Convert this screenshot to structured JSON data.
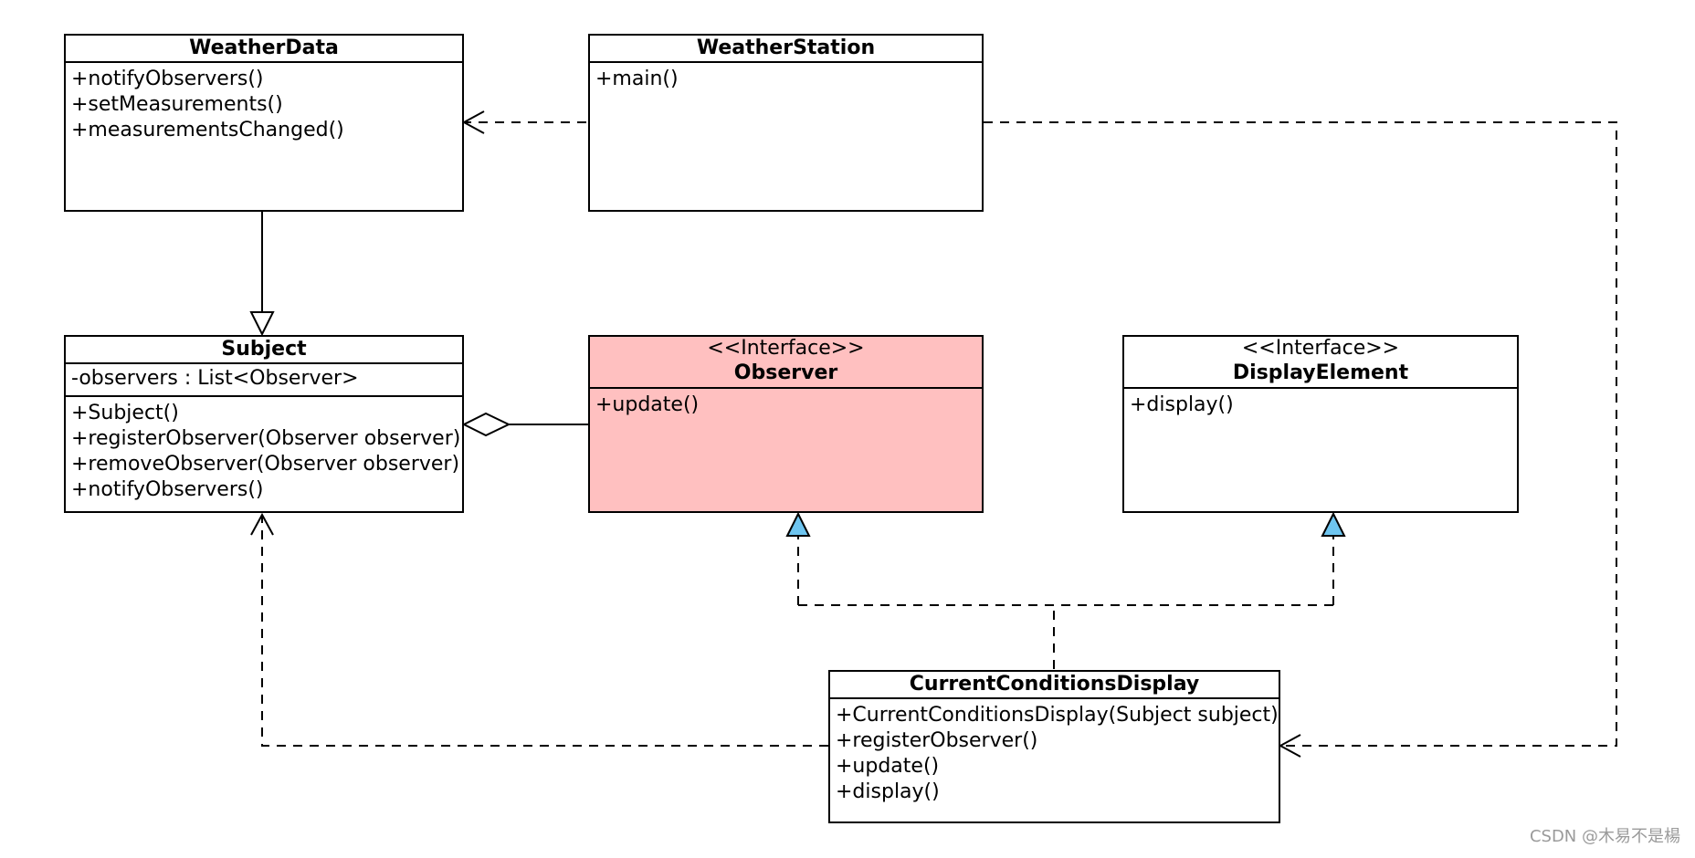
{
  "classes": {
    "weather_data": {
      "name": "WeatherData",
      "methods": [
        "+notifyObservers()",
        "+setMeasurements()",
        "+measurementsChanged()"
      ]
    },
    "weather_station": {
      "name": "WeatherStation",
      "methods": [
        "+main()"
      ]
    },
    "subject": {
      "name": "Subject",
      "attributes": [
        "-observers : List<Observer>"
      ],
      "methods": [
        "+Subject()",
        "+registerObserver(Observer observer)",
        "+removeObserver(Observer observer)",
        "+notifyObservers()"
      ]
    },
    "observer": {
      "stereotype": "<<Interface>>",
      "name": "Observer",
      "methods": [
        "+update()"
      ],
      "fill_color": "#ffc0c0"
    },
    "display_element": {
      "stereotype": "<<Interface>>",
      "name": "DisplayElement",
      "methods": [
        "+display()"
      ]
    },
    "current_conditions_display": {
      "name": "CurrentConditionsDisplay",
      "methods": [
        "+CurrentConditionsDisplay(Subject subject)",
        "+registerObserver()",
        "+update()",
        "+display()"
      ]
    }
  },
  "relationships": [
    {
      "type": "dependency",
      "from": "WeatherStation",
      "to": "WeatherData"
    },
    {
      "type": "dependency",
      "from": "WeatherStation",
      "to": "CurrentConditionsDisplay"
    },
    {
      "type": "generalization",
      "from": "WeatherData",
      "to": "Subject"
    },
    {
      "type": "aggregation",
      "from": "Observer",
      "to": "Subject"
    },
    {
      "type": "realization",
      "from": "CurrentConditionsDisplay",
      "to": "Observer"
    },
    {
      "type": "realization",
      "from": "CurrentConditionsDisplay",
      "to": "DisplayElement"
    },
    {
      "type": "dependency",
      "from": "CurrentConditionsDisplay",
      "to": "Subject"
    }
  ],
  "colors": {
    "line": "#000000",
    "realization_arrow_fill": "#6ec5f0",
    "observer_fill": "#ffc0c0"
  },
  "watermark": "CSDN @木易不是楊"
}
